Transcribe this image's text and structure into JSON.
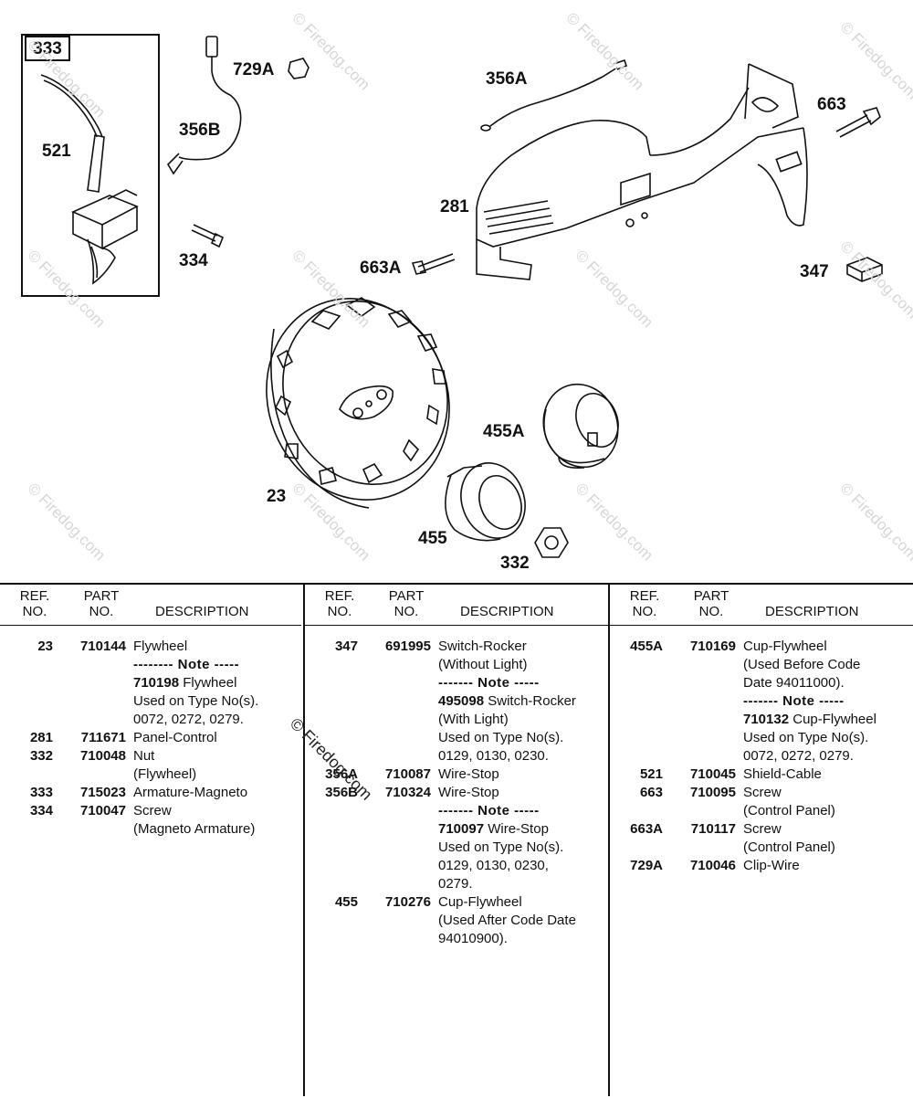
{
  "diagram": {
    "inset_label": "333",
    "callouts": {
      "c521": "521",
      "c729A": "729A",
      "c356B": "356B",
      "c334": "334",
      "c356A": "356A",
      "c663": "663",
      "c281": "281",
      "c663A": "663A",
      "c347": "347",
      "c455A": "455A",
      "c23": "23",
      "c455": "455",
      "c332": "332"
    },
    "watermark": "© Firedog.com"
  },
  "table": {
    "headers": {
      "ref_line1": "REF.",
      "ref_line2": "NO.",
      "part_line1": "PART",
      "part_line2": "NO.",
      "desc": "DESCRIPTION"
    },
    "columns": [
      [
        {
          "ref": "23",
          "part": "710144",
          "lines": [
            {
              "t": "Flywheel"
            },
            {
              "t": "-------- Note -----",
              "note": true
            },
            {
              "t": "710198 Flywheel",
              "boldPrefix": "710198"
            },
            {
              "t": "Used on Type No(s)."
            },
            {
              "t": "0072, 0272, 0279."
            }
          ]
        },
        {
          "ref": "281",
          "part": "711671",
          "lines": [
            {
              "t": "Panel-Control"
            }
          ]
        },
        {
          "ref": "332",
          "part": "710048",
          "lines": [
            {
              "t": "Nut"
            },
            {
              "t": "(Flywheel)"
            }
          ]
        },
        {
          "ref": "333",
          "part": "715023",
          "lines": [
            {
              "t": "Armature-Magneto"
            }
          ]
        },
        {
          "ref": "334",
          "part": "710047",
          "lines": [
            {
              "t": "Screw"
            },
            {
              "t": "(Magneto Armature)"
            }
          ]
        }
      ],
      [
        {
          "ref": "347",
          "part": "691995",
          "lines": [
            {
              "t": "Switch-Rocker"
            },
            {
              "t": "(Without Light)"
            },
            {
              "t": "------- Note -----",
              "note": true
            },
            {
              "t": "495098 Switch-Rocker",
              "boldPrefix": "495098"
            },
            {
              "t": "(With Light)"
            },
            {
              "t": "Used on Type No(s)."
            },
            {
              "t": "0129, 0130, 0230."
            }
          ]
        },
        {
          "ref": "356A",
          "part": "710087",
          "lines": [
            {
              "t": "Wire-Stop"
            }
          ]
        },
        {
          "ref": "356B",
          "part": "710324",
          "lines": [
            {
              "t": "Wire-Stop"
            },
            {
              "t": "------- Note -----",
              "note": true
            },
            {
              "t": "710097 Wire-Stop",
              "boldPrefix": "710097"
            },
            {
              "t": "Used on Type No(s)."
            },
            {
              "t": "0129, 0130, 0230,"
            },
            {
              "t": "0279."
            }
          ]
        },
        {
          "ref": "455",
          "part": "710276",
          "lines": [
            {
              "t": "Cup-Flywheel"
            },
            {
              "t": "(Used After Code Date"
            },
            {
              "t": "94010900)."
            }
          ]
        }
      ],
      [
        {
          "ref": "455A",
          "part": "710169",
          "lines": [
            {
              "t": "Cup-Flywheel"
            },
            {
              "t": "(Used Before Code"
            },
            {
              "t": "Date 94011000)."
            },
            {
              "t": "------- Note -----",
              "note": true
            },
            {
              "t": "710132 Cup-Flywheel",
              "boldPrefix": "710132"
            },
            {
              "t": "Used on Type No(s)."
            },
            {
              "t": "0072, 0272, 0279."
            }
          ]
        },
        {
          "ref": "521",
          "part": "710045",
          "lines": [
            {
              "t": "Shield-Cable"
            }
          ]
        },
        {
          "ref": "663",
          "part": "710095",
          "lines": [
            {
              "t": "Screw"
            },
            {
              "t": "(Control Panel)"
            }
          ]
        },
        {
          "ref": "663A",
          "part": "710117",
          "lines": [
            {
              "t": "Screw"
            },
            {
              "t": "(Control Panel)"
            }
          ]
        },
        {
          "ref": "729A",
          "part": "710046",
          "lines": [
            {
              "t": "Clip-Wire"
            }
          ]
        }
      ]
    ]
  }
}
